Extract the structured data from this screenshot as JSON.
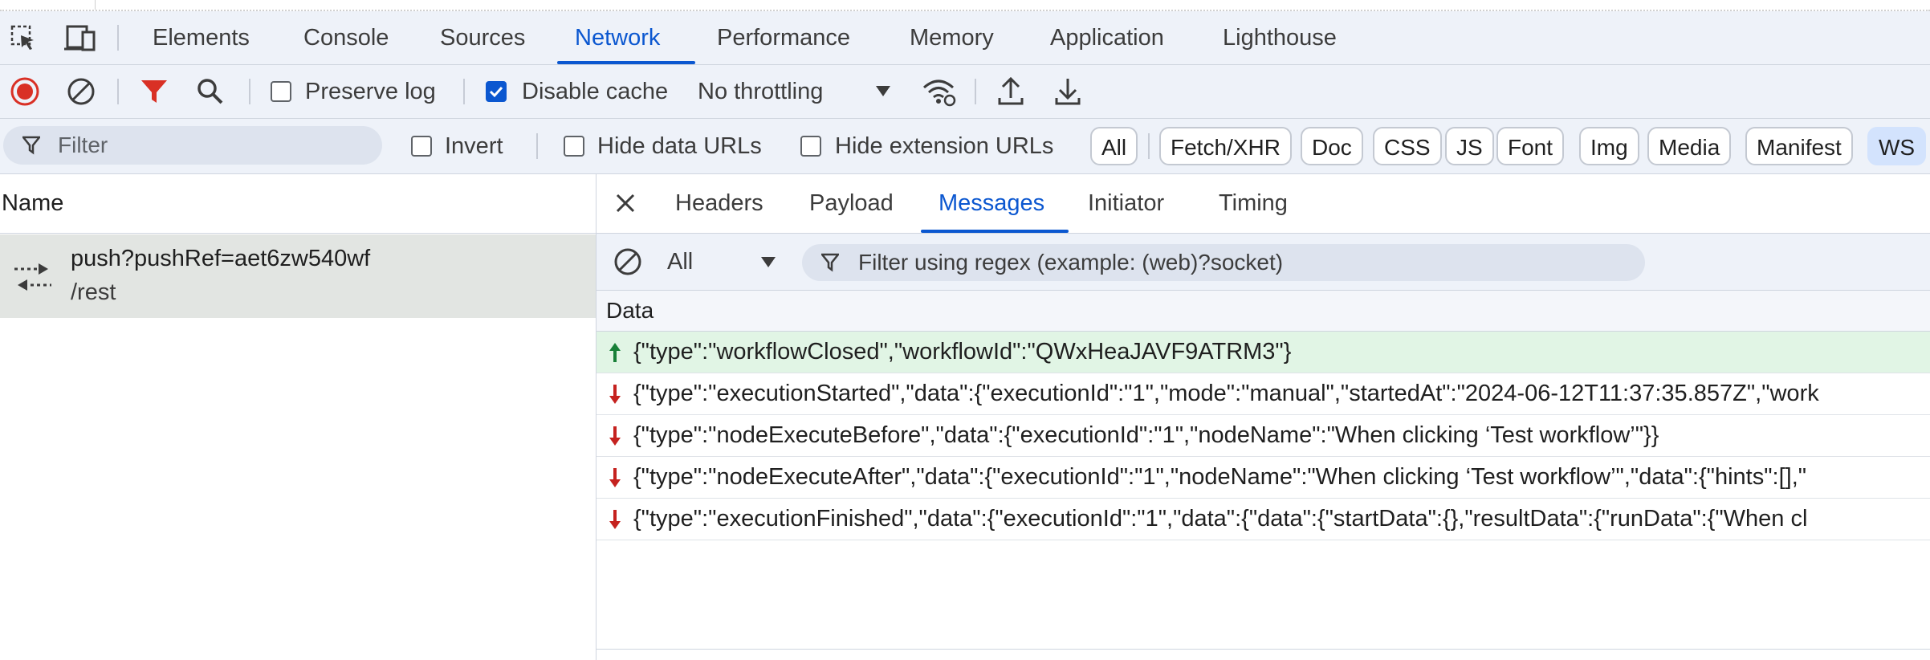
{
  "tabs": [
    "Elements",
    "Console",
    "Sources",
    "Network",
    "Performance",
    "Memory",
    "Application",
    "Lighthouse"
  ],
  "active_tab": "Network",
  "toolbar": {
    "preserve_log_label": "Preserve log",
    "preserve_log_checked": false,
    "disable_cache_label": "Disable cache",
    "disable_cache_checked": true,
    "throttling_value": "No throttling"
  },
  "filter": {
    "placeholder": "Filter",
    "invert_label": "Invert",
    "hide_data_urls_label": "Hide data URLs",
    "hide_extension_urls_label": "Hide extension URLs",
    "type_chips": [
      "All",
      "Fetch/XHR",
      "Doc",
      "CSS",
      "JS",
      "Font",
      "Img",
      "Media",
      "Manifest",
      "WS"
    ],
    "selected_chip": "WS"
  },
  "request_list": {
    "header": "Name",
    "requests": [
      {
        "name": "push?pushRef=aet6zw540wf",
        "path": "/rest"
      }
    ]
  },
  "detail": {
    "tabs": [
      "Headers",
      "Payload",
      "Messages",
      "Initiator",
      "Timing"
    ],
    "active_tab": "Messages",
    "message_filter": {
      "type_value": "All",
      "regex_placeholder": "Filter using regex (example: (web)?socket)"
    },
    "data_header": "Data",
    "messages": [
      {
        "direction": "sent",
        "text": "{\"type\":\"workflowClosed\",\"workflowId\":\"QWxHeaJAVF9ATRM3\"}"
      },
      {
        "direction": "received",
        "text": "{\"type\":\"executionStarted\",\"data\":{\"executionId\":\"1\",\"mode\":\"manual\",\"startedAt\":\"2024-06-12T11:37:35.857Z\",\"work"
      },
      {
        "direction": "received",
        "text": "{\"type\":\"nodeExecuteBefore\",\"data\":{\"executionId\":\"1\",\"nodeName\":\"When clicking ‘Test workflow’\"}}"
      },
      {
        "direction": "received",
        "text": "{\"type\":\"nodeExecuteAfter\",\"data\":{\"executionId\":\"1\",\"nodeName\":\"When clicking ‘Test workflow’\",\"data\":{\"hints\":[],\""
      },
      {
        "direction": "received",
        "text": "{\"type\":\"executionFinished\",\"data\":{\"executionId\":\"1\",\"data\":{\"data\":{\"startData\":{},\"resultData\":{\"runData\":{\"When cl"
      }
    ]
  },
  "colors": {
    "accent": "#0b57d0",
    "record_red": "#d93025",
    "sent_row_bg": "#e1f5e5",
    "sent_arrow": "#188038",
    "received_arrow": "#c5221f"
  }
}
